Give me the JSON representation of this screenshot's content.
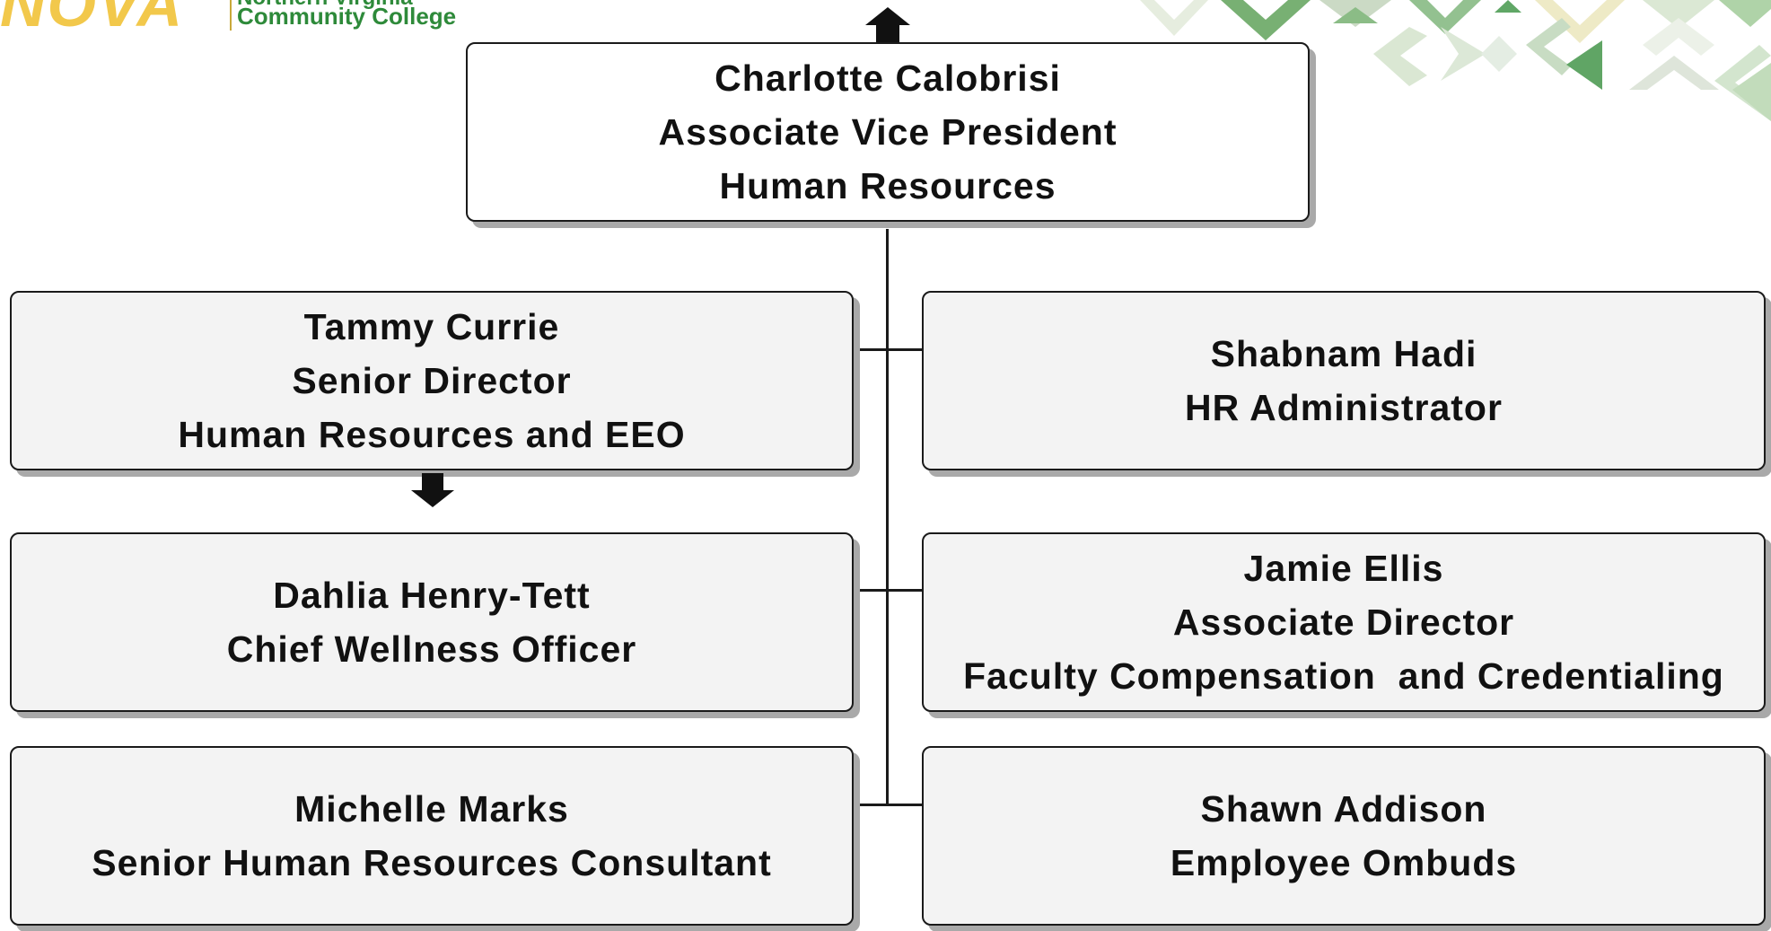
{
  "header": {
    "logo_mark": "NOVA",
    "logo_line1": "Northern Virginia",
    "logo_line2": "Community College"
  },
  "colors": {
    "logo_gold": "#f2c84b",
    "logo_green": "#2e8a3a",
    "box_border": "#1a1a1a",
    "box_fill": "#f3f3f3",
    "shadow": "#a9a9a9"
  },
  "org_chart": {
    "head": {
      "name": "Charlotte Calobrisi",
      "title": "Associate Vice President",
      "department": "Human Resources"
    },
    "reports": [
      {
        "name": "Tammy Currie",
        "title": "Senior Director",
        "department": "Human Resources and EEO",
        "has_subordinates": true
      },
      {
        "name": "Shabnam Hadi",
        "title": "HR Administrator"
      },
      {
        "name": "Dahlia Henry-Tett",
        "title": "Chief Wellness Officer"
      },
      {
        "name": "Jamie Ellis",
        "title": "Associate Director",
        "department": "Faculty Compensation  and Credentialing"
      },
      {
        "name": "Michelle Marks",
        "title": "Senior Human Resources Consultant"
      },
      {
        "name": "Shawn Addison",
        "title": "Employee Ombuds"
      }
    ]
  }
}
